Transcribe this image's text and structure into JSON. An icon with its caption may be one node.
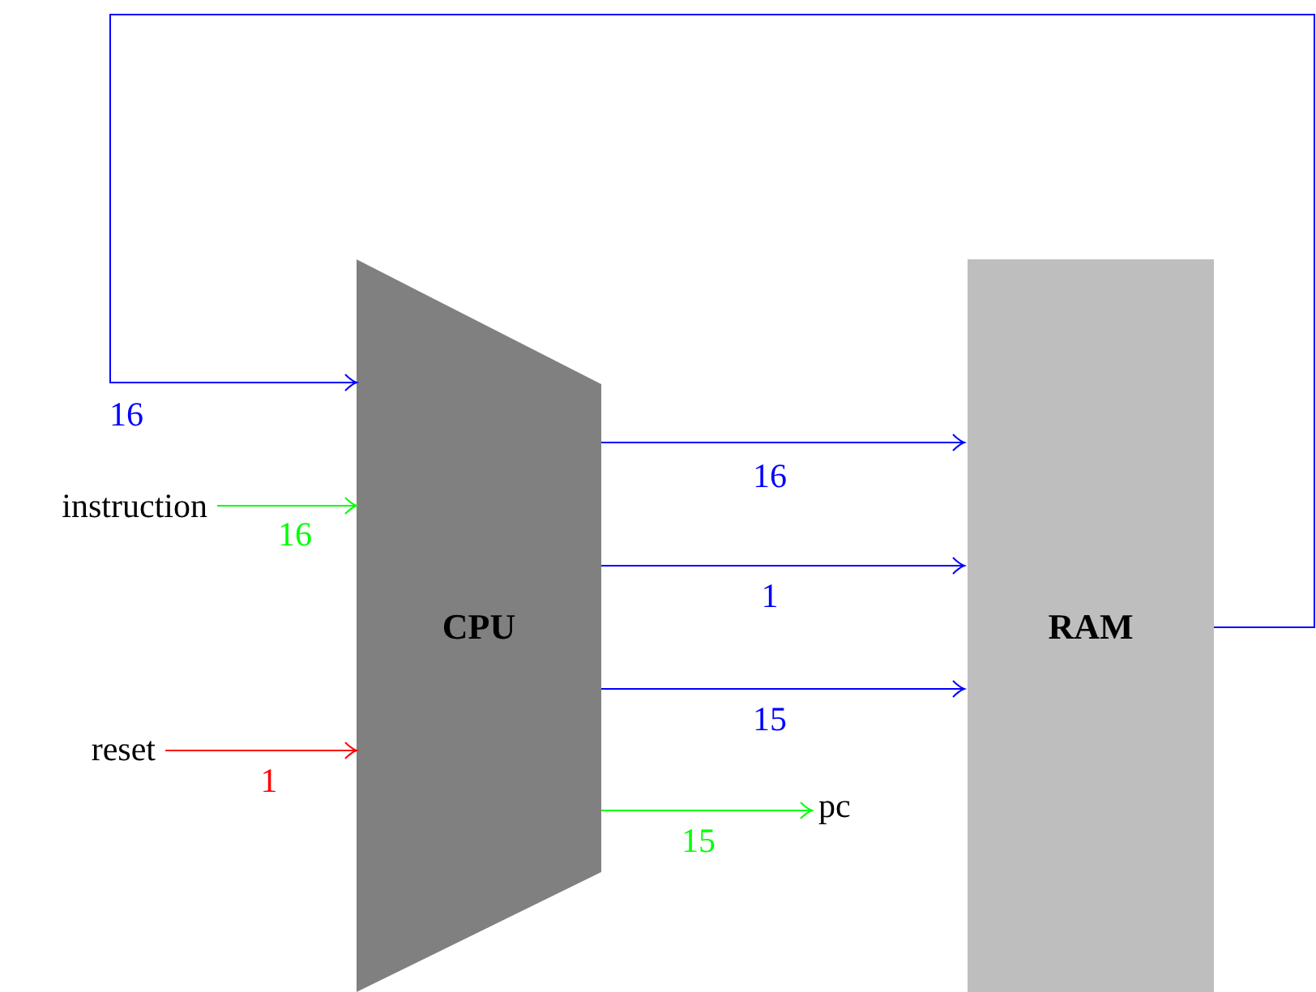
{
  "diagram": {
    "nodes": [
      {
        "text": [
          "CPU"
        ]
      },
      {
        "text": [
          "RAM"
        ]
      },
      {
        "text": [
          "instruction"
        ]
      },
      {
        "text": [
          "reset"
        ]
      },
      {
        "text": [
          "pc"
        ]
      }
    ],
    "edges": [
      {
        "from": 1,
        "to": 0,
        "arrow": "to",
        "label": "16"
      },
      {
        "from": 2,
        "to": 0,
        "arrow": "to",
        "label": "16",
        "color": "#00ff00"
      },
      {
        "from": 3,
        "to": 0,
        "arrow": "to",
        "label": "1",
        "color": "#ff0000"
      },
      {
        "from": 0,
        "to": 1,
        "arrow": "to",
        "label": "16"
      },
      {
        "from": 0,
        "to": 1,
        "arrow": "to",
        "label": "1"
      },
      {
        "from": 0,
        "to": 1,
        "arrow": "to",
        "label": "15"
      },
      {
        "from": 0,
        "to": 4,
        "arrow": "to",
        "label": "15",
        "color": "#00ff00"
      }
    ]
  }
}
